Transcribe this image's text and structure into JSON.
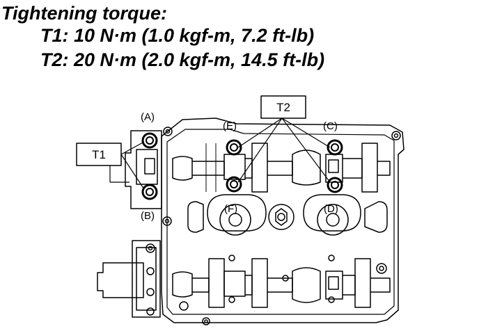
{
  "header": {
    "title": "Tightening torque:",
    "t1_spec": "T1: 10 N·m (1.0 kgf-m, 7.2 ft-lb)",
    "t2_spec": "T2: 20 N·m (2.0 kgf-m, 14.5 ft-lb)"
  },
  "callouts": {
    "t1_box": "T1",
    "t2_box": "T2"
  },
  "bolt_labels": {
    "a": "(A)",
    "b": "(B)",
    "c": "(C)",
    "d": "(D)",
    "e": "(E)",
    "f": "(F)"
  }
}
